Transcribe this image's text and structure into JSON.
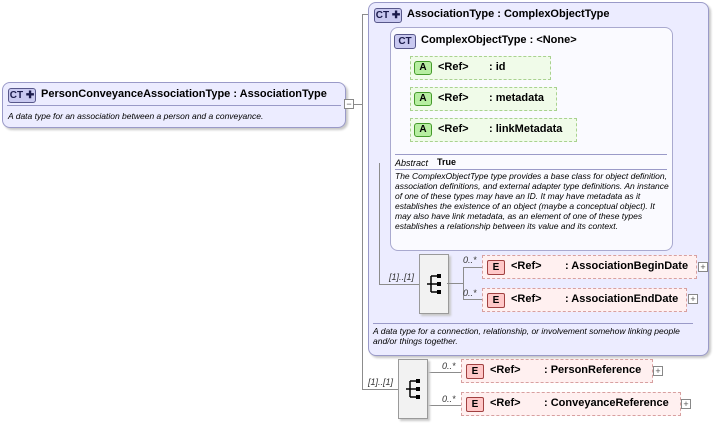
{
  "person_type": {
    "badge": "CT",
    "name": "PersonConveyanceAssociationType : AssociationType",
    "description": "A data type for an association between a person and a conveyance."
  },
  "association_type": {
    "badge": "CT",
    "name": "AssociationType : ComplexObjectType",
    "description": "A data type for a connection, relationship, or involvement somehow linking people and/or things together."
  },
  "complex_object_type": {
    "badge": "CT",
    "name": "ComplexObjectType : <None>",
    "attributes": [
      {
        "badge": "A",
        "ref": "<Ref>",
        "name": ": id"
      },
      {
        "badge": "A",
        "ref": "<Ref>",
        "name": ": metadata"
      },
      {
        "badge": "A",
        "ref": "<Ref>",
        "name": ": linkMetadata"
      }
    ],
    "abstract_label": "Abstract",
    "abstract_value": "True",
    "description": "The ComplexObjectType type provides a base class for object definition, association definitions, and external adapter type definitions. An instance of one of these types may have an ID. It may have metadata as it establishes the existence of an object (maybe a conceptual object). It may also have link metadata, as an element of one of these types establishes a relationship between its value and its context."
  },
  "assoc_sequence": {
    "cardinality": "[1]..[1]",
    "elements": [
      {
        "card": "0..*",
        "badge": "E",
        "ref": "<Ref>",
        "name": ": AssociationBeginDate"
      },
      {
        "card": "0..*",
        "badge": "E",
        "ref": "<Ref>",
        "name": ": AssociationEndDate"
      }
    ]
  },
  "person_sequence": {
    "cardinality": "[1]..[1]",
    "elements": [
      {
        "card": "0..*",
        "badge": "E",
        "ref": "<Ref>",
        "name": ": PersonReference"
      },
      {
        "card": "0..*",
        "badge": "E",
        "ref": "<Ref>",
        "name": ": ConveyanceReference"
      }
    ]
  }
}
